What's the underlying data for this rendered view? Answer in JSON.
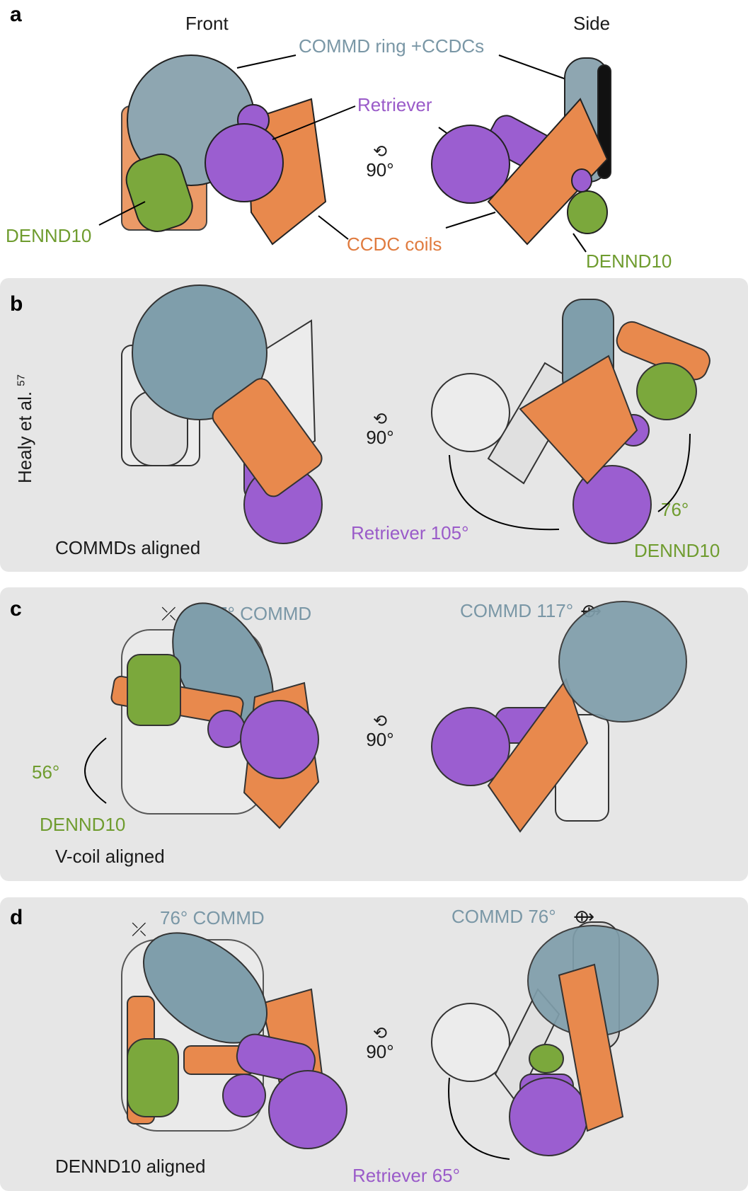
{
  "panels": {
    "a": {
      "letter": "a",
      "front_label": "Front",
      "side_label": "Side",
      "commd_label": "COMMD ring +CCDCs",
      "retriever_label": "Retriever",
      "dennd10_front": "DENND10",
      "ccdc_label": "CCDC coils",
      "dennd10_side": "DENND10",
      "rotation": "90°"
    },
    "b": {
      "letter": "b",
      "ref_label": "Healy et al.",
      "ref_num": "57",
      "align_label": "COMMDs aligned",
      "retriever_angle": "Retriever 105°",
      "dennd10_angle": "76°",
      "dennd10_label": "DENND10",
      "rotation": "90°"
    },
    "c": {
      "letter": "c",
      "commd_front": "117° COMMD",
      "commd_side": "COMMD 117°",
      "dennd10_angle": "56°",
      "dennd10_label": "DENND10",
      "align_label": "V-coil aligned",
      "rotation": "90°"
    },
    "d": {
      "letter": "d",
      "commd_front": "76° COMMD",
      "commd_side": "COMMD 76°",
      "align_label": "DENND10 aligned",
      "retriever_angle": "Retriever 65°",
      "rotation": "90°"
    }
  },
  "colors": {
    "commd": "#8ea6b1",
    "retriever": "#9b5ed0",
    "ccdc": "#e8894d",
    "dennd10": "#7ba83c",
    "ghost": "#d9d9d9",
    "panel_bg": "#e6e6e6"
  },
  "icons": {
    "rotation": "rotate-arrow-icon",
    "axis": "axis-rotate-icon"
  }
}
